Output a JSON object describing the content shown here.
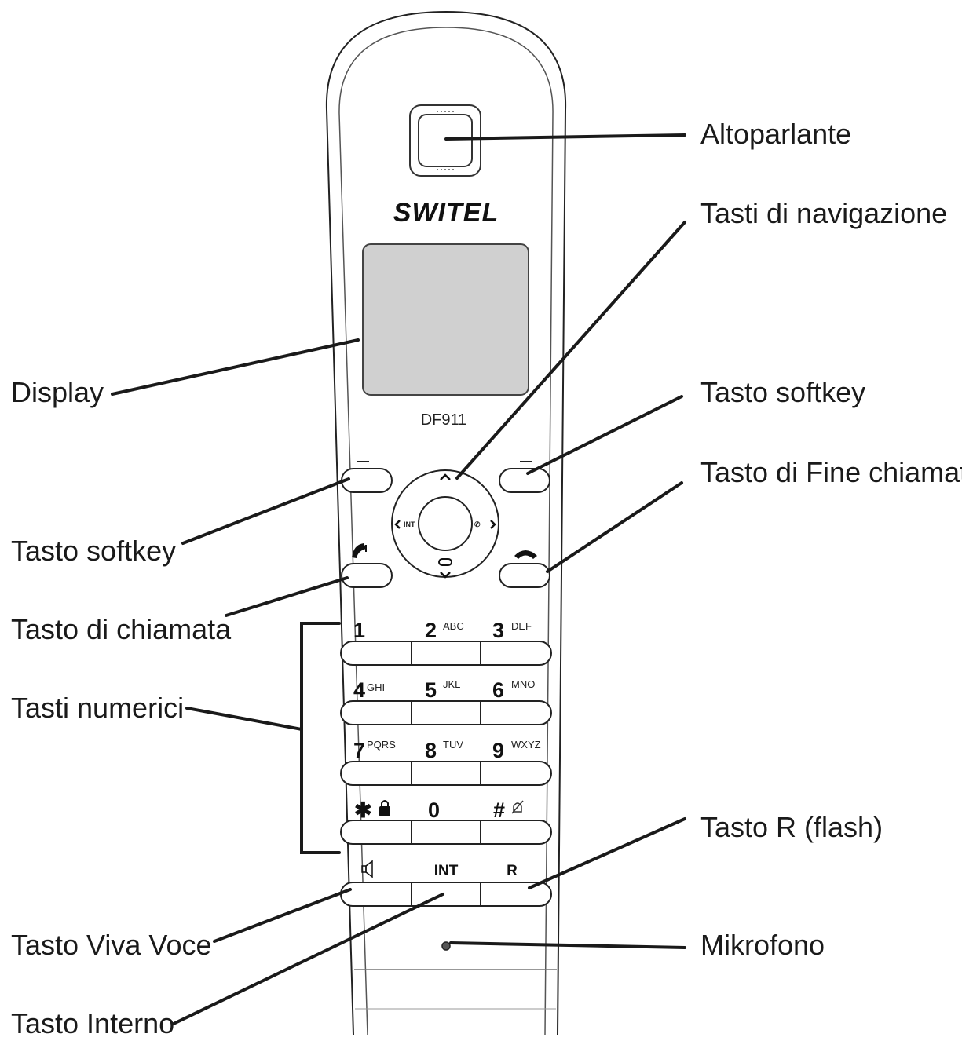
{
  "device": {
    "brand": "SWITEL",
    "model": "DF911"
  },
  "labels": {
    "speaker": "Altoparlante",
    "navigation": "Tasti di navigazione",
    "display": "Display",
    "softkey_right": "Tasto softkey",
    "end_call": "Tasto di Fine chiamata",
    "softkey_left": "Tasto softkey",
    "call": "Tasto di chiamata",
    "numeric": "Tasti numerici",
    "r_flash": "Tasto R (flash)",
    "handsfree": "Tasto Viva Voce",
    "microphone": "Mikrofono",
    "internal": "Tasto Interno"
  },
  "keypad": [
    {
      "digit": "1",
      "letters": ""
    },
    {
      "digit": "2",
      "letters": "ABC"
    },
    {
      "digit": "3",
      "letters": "DEF"
    },
    {
      "digit": "4",
      "letters": "GHI"
    },
    {
      "digit": "5",
      "letters": "JKL"
    },
    {
      "digit": "6",
      "letters": "MNO"
    },
    {
      "digit": "7",
      "letters": "PQRS"
    },
    {
      "digit": "8",
      "letters": "TUV"
    },
    {
      "digit": "9",
      "letters": "WXYZ"
    },
    {
      "digit": "✱",
      "letters": ""
    },
    {
      "digit": "0",
      "letters": ""
    },
    {
      "digit": "#",
      "letters": ""
    }
  ],
  "function_keys": {
    "int": "INT",
    "r": "R"
  },
  "icons": {
    "star_key": "lock-icon",
    "hash_key": "ringer-off-icon",
    "handsfree_key": "speaker-icon",
    "call_key": "handset-pickup-icon",
    "end_key": "handset-hangup-icon"
  }
}
